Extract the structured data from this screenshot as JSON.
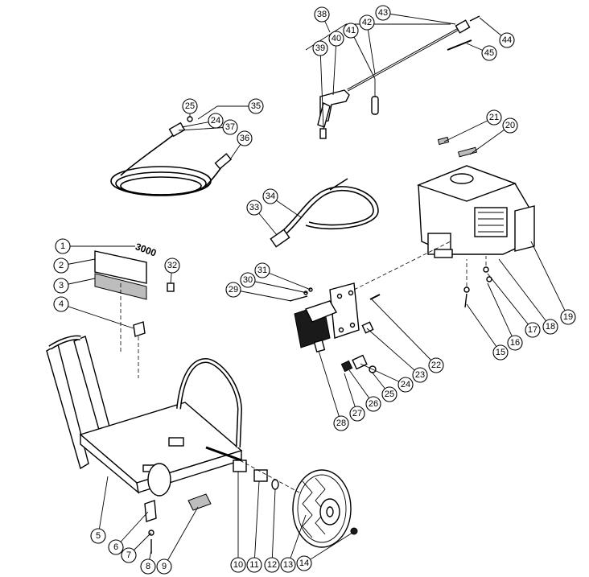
{
  "callouts": [
    "1",
    "2",
    "3",
    "4",
    "5",
    "6",
    "7",
    "8",
    "9",
    "10",
    "11",
    "12",
    "13",
    "14",
    "15",
    "16",
    "17",
    "18",
    "19",
    "20",
    "21",
    "22",
    "23",
    "24",
    "25",
    "26",
    "27",
    "28",
    "29",
    "30",
    "31",
    "32",
    "33",
    "34",
    "35",
    "36",
    "37",
    "38",
    "39",
    "40",
    "41",
    "42",
    "43",
    "44",
    "45",
    "24",
    "25"
  ],
  "decal_text": "3000",
  "colors": {
    "line": "#000000",
    "background": "#ffffff"
  }
}
